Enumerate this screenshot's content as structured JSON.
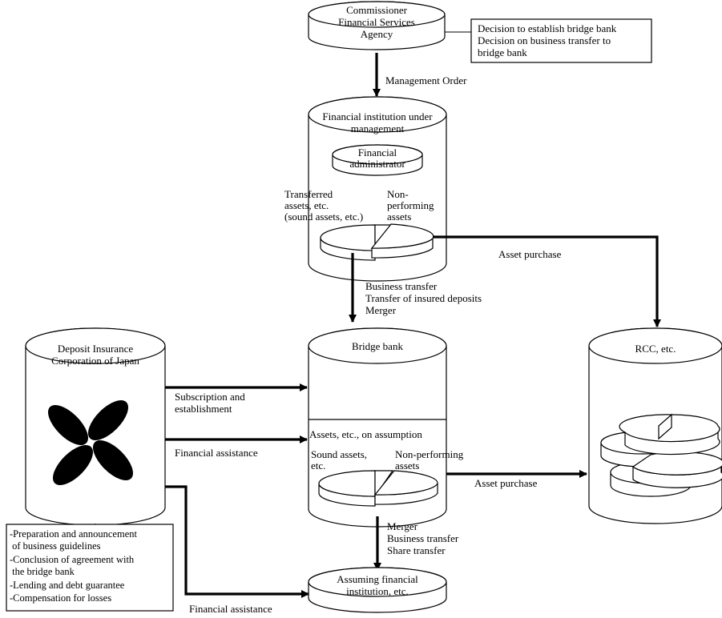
{
  "commissioner": {
    "line1": "Commissioner",
    "line2": "Financial Services",
    "line3": "Agency"
  },
  "decisions": {
    "line1": "Decision to establish bridge bank",
    "line2": "Decision on business transfer to",
    "line3": "bridge bank"
  },
  "arrows": {
    "management_order": "Management Order",
    "asset_purchase_top": "Asset purchase",
    "transfer_line1": "Business transfer",
    "transfer_line2": "Transfer of insured deposits",
    "transfer_line3": "Merger",
    "subscription_line1": "Subscription and",
    "subscription_line2": "establishment",
    "financial_assistance_mid": "Financial assistance",
    "asset_purchase_mid": "Asset purchase",
    "merger_line1": "Merger",
    "merger_line2": "Business transfer",
    "merger_line3": "Share transfer",
    "financial_assistance_bottom": "Financial assistance"
  },
  "institution": {
    "line1": "Financial institution under",
    "line2": "management",
    "admin_line1": "Financial",
    "admin_line2": "administrator",
    "transferred_line1": "Transferred",
    "transferred_line2": "assets, etc.",
    "transferred_line3": "(sound assets, etc.)",
    "npa_line1": "Non-",
    "npa_line2": "performing",
    "npa_line3": "assets"
  },
  "bridge_bank": {
    "title": "Bridge bank",
    "assumption": "Assets, etc., on assumption",
    "sound_line1": "Sound assets,",
    "sound_line2": "etc.",
    "npa_line1": "Non-performing",
    "npa_line2": "assets"
  },
  "dicj": {
    "line1": "Deposit Insurance",
    "line2": "Corporation of Japan"
  },
  "rcc": {
    "title": "RCC, etc."
  },
  "assuming": {
    "line1": "Assuming financial",
    "line2": "institution, etc."
  },
  "guidelines": {
    "items": [
      "-Preparation and announcement",
      " of business guidelines",
      "-Conclusion of agreement with",
      " the bridge bank",
      "-Lending and debt guarantee",
      "-Compensation for losses"
    ]
  },
  "icons": {
    "dicj_logo": "dicj-propeller-logo"
  }
}
